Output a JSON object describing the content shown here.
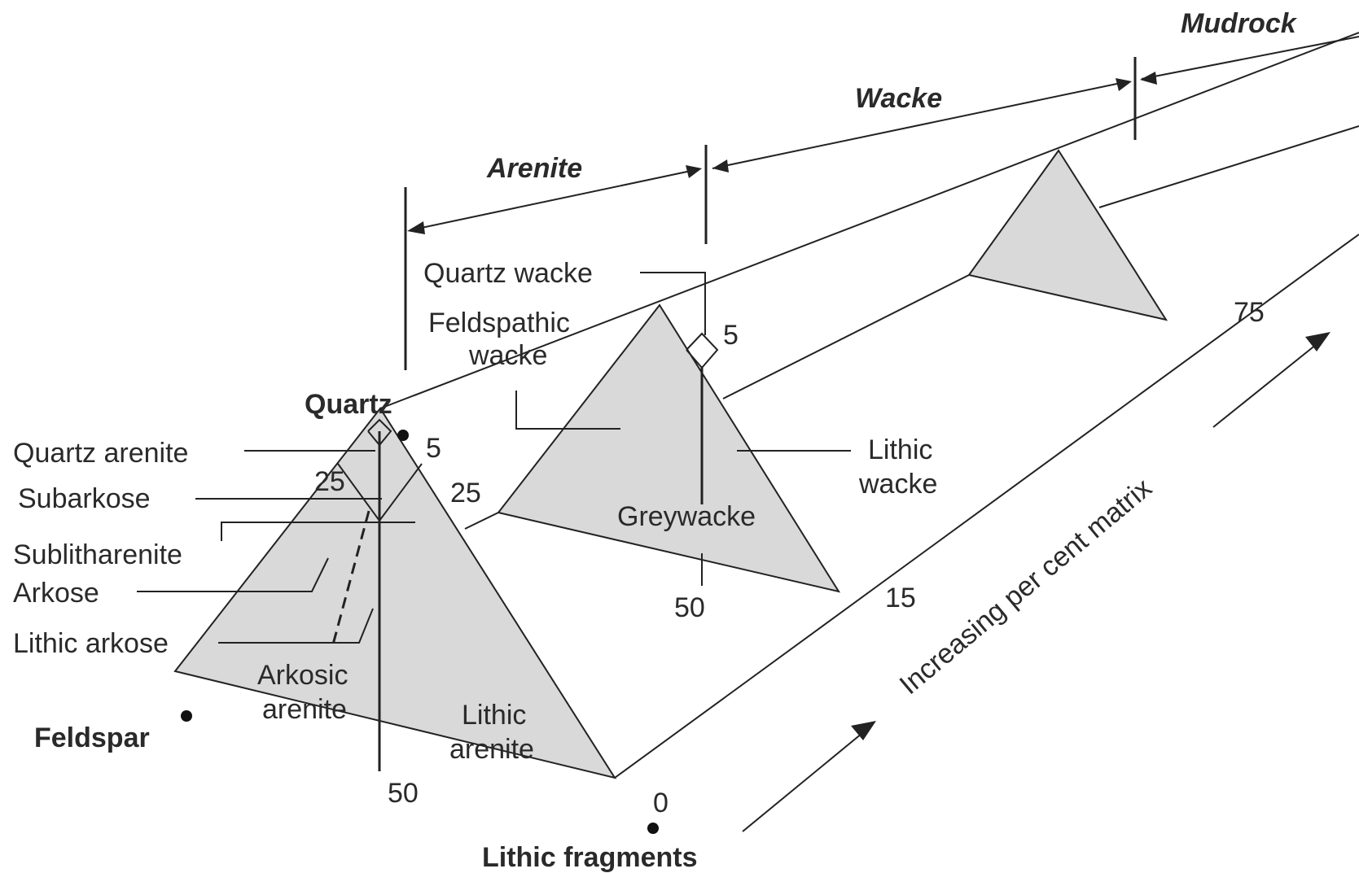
{
  "categories": {
    "mudrock": "Mudrock",
    "wacke": "Wacke",
    "arenite": "Arenite"
  },
  "vertices": {
    "quartz": "Quartz",
    "feldspar": "Feldspar",
    "lithic_fragments": "Lithic fragments"
  },
  "arenite_labels": {
    "quartz_arenite": "Quartz arenite",
    "subarkose": "Subarkose",
    "sublitharenite": "Sublitharenite",
    "arkose": "Arkose",
    "lithic_arkose": "Lithic arkose",
    "arkosic_arenite_1": "Arkosic",
    "arkosic_arenite_2": "arenite",
    "lithic_arenite_1": "Lithic",
    "lithic_arenite_2": "arenite"
  },
  "wacke_labels": {
    "quartz_wacke": "Quartz wacke",
    "feldspathic_wacke_1": "Feldspathic",
    "feldspathic_wacke_2": "wacke",
    "greywacke": "Greywacke",
    "lithic_wacke_1": "Lithic",
    "lithic_wacke_2": "wacke"
  },
  "numbers": {
    "q5_arenite": "5",
    "left25": "25",
    "right25": "25",
    "base50_arenite": "50",
    "zero": "0",
    "q5_wacke": "5",
    "base50_wacke": "50",
    "fifteen": "15",
    "seventyfive": "75"
  },
  "axis_label": "Increasing per cent matrix",
  "colors": {
    "triangle_fill": "#d9d9d9",
    "line": "#222222",
    "text": "#2a2a2a"
  }
}
